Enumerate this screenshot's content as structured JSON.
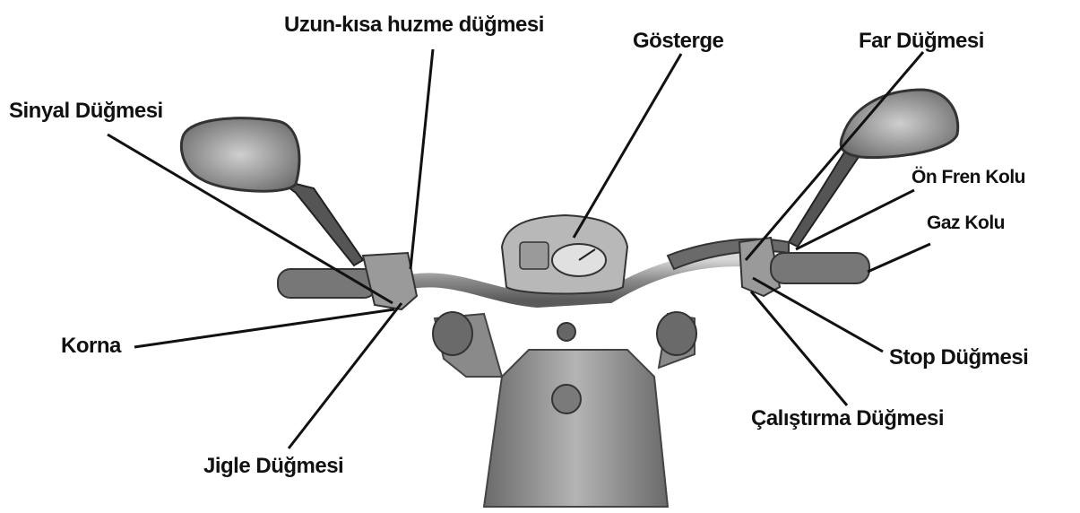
{
  "labels": {
    "uzun_kisa": "Uzun-kısa huzme düğmesi",
    "gosterge": "Gösterge",
    "far": "Far Düğmesi",
    "sinyal": "Sinyal Düğmesi",
    "on_fren": "Ön Fren Kolu",
    "gaz": "Gaz Kolu",
    "korna": "Korna",
    "stop": "Stop Düğmesi",
    "calistirma": "Çalıştırma Düğmesi",
    "jigle": "Jigle Düğmesi"
  },
  "colors": {
    "ink": "#111111",
    "metal": "#9a9a9a",
    "grip": "#6e6e6e"
  }
}
